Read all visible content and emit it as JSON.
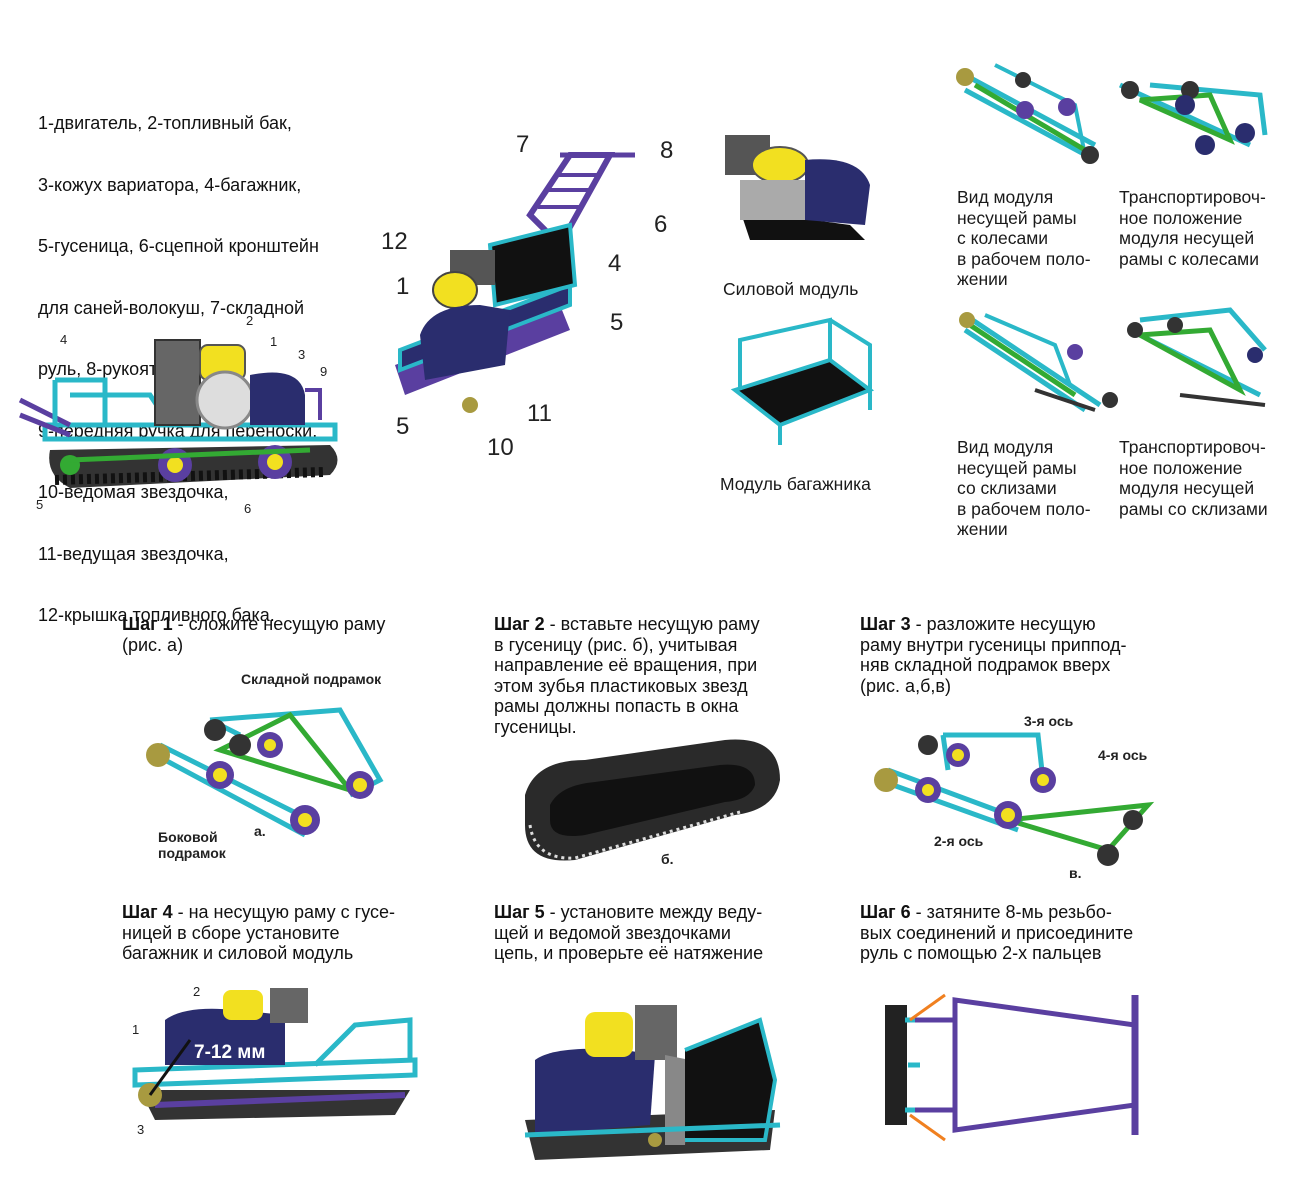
{
  "legend": {
    "lines": [
      "1-двигатель, 2-топливный бак,",
      "3-кожух вариатора, 4-багажник,",
      "5-гусеница, 6-сцепной кронштейн",
      "для саней-волокуш, 7-складной",
      "руль, 8-рукоятка руля,",
      "9-передняя ручка для переноски,",
      "10-ведомая звездочка,",
      "11-ведущая звездочка,",
      "12-крышка топливного бака."
    ]
  },
  "side_view": {
    "labels": [
      "4",
      "2",
      "1",
      "3",
      "9",
      "5",
      "6"
    ]
  },
  "main_view": {
    "labels": [
      "7",
      "8",
      "12",
      "6",
      "4",
      "1",
      "5",
      "5",
      "11",
      "10"
    ]
  },
  "modules": {
    "power": "Силовой модуль",
    "trunk": "Модуль багажника"
  },
  "frames": {
    "wheels_work": "Вид модуля\nнесущей рамы\nс колесами\nв рабочем поло-\nжении",
    "wheels_transport": "Транспортировоч-\nное положение\nмодуля несущей\nрамы с колесами",
    "skis_work": "Вид модуля\nнесущей рамы\nсо склизами\nв рабочем поло-\nжении",
    "skis_transport": "Транспортировоч-\nное положение\nмодуля несущей\nрамы со склизами"
  },
  "steps": [
    {
      "title": "Шаг 1",
      "text": " - сложите несущую раму\n(рис. а)"
    },
    {
      "title": "Шаг 2",
      "text": " - вставьте несущую раму\nв гусеницу (рис. б), учитывая\nнаправление её вращения, при\nэтом зубья пластиковых звезд\nрамы должны попасть в окна\nгусеницы."
    },
    {
      "title": "Шаг 3",
      "text": " - разложите несущую\nраму внутри гусеницы приппод-\nняв складной подрамок вверх\n(рис. а,б,в)"
    },
    {
      "title": "Шаг 4",
      "text": " - на несущую раму с гусе-\nницей в сборе установите\nбагажник и силовой модуль"
    },
    {
      "title": "Шаг 5",
      "text": " - установите между веду-\nщей и ведомой звездочками\nцепь, и проверьте её натяжение"
    },
    {
      "title": "Шаг 6",
      "text": " - затяните 8-мь резьбо-\nвых соединений и присоедините\nруль с помощью 2-х пальцев"
    }
  ],
  "step1_fig": {
    "fold_label": "Складной подрамок",
    "side_label": "Боковой\nподрамок",
    "fig": "а."
  },
  "step2_fig": {
    "fig": "б."
  },
  "step3_fig": {
    "axis3": "3-я ось",
    "axis4": "4-я ось",
    "axis2": "2-я ось",
    "fig": "в."
  },
  "step4_fig": {
    "dim": "7-12 мм",
    "n2": "2",
    "n1": "1",
    "n3": "3"
  },
  "colors": {
    "frame": "#2ab8c8",
    "green": "#33aa33",
    "purple": "#5a3fa0",
    "navy": "#2a2d6e",
    "yellow": "#f2e020",
    "grey": "#6b6b6b",
    "arrow": "#f08020"
  }
}
